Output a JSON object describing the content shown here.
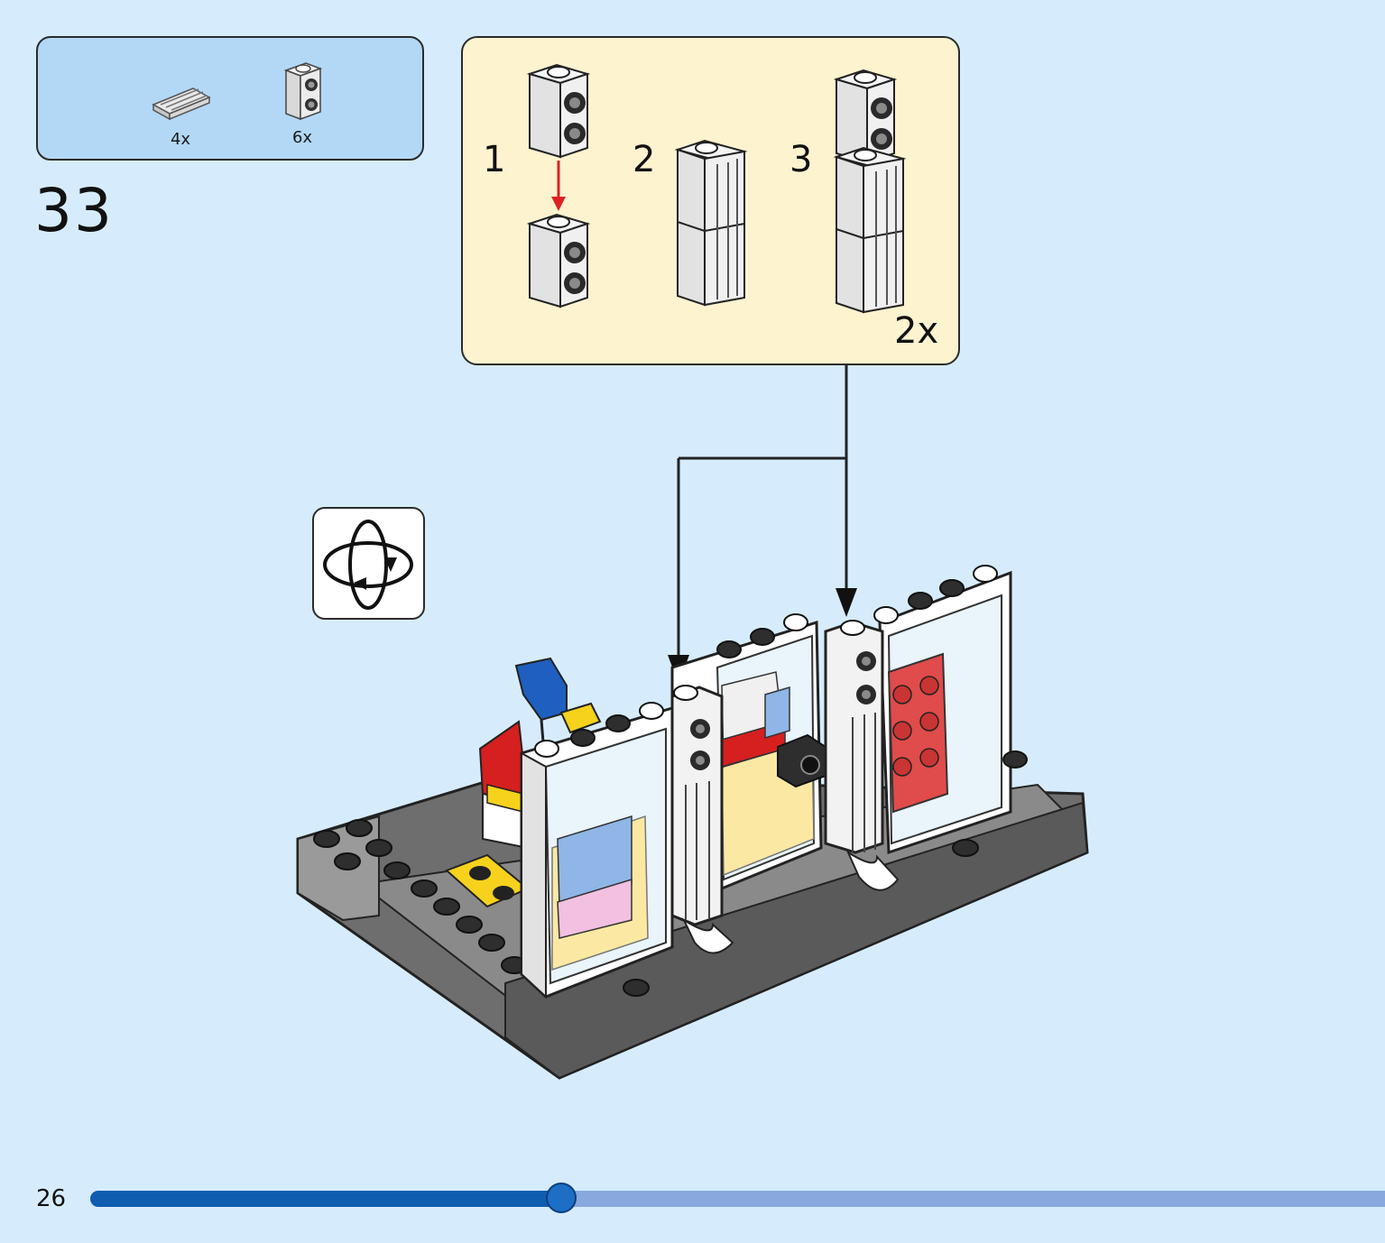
{
  "step": {
    "number": "33"
  },
  "parts": [
    {
      "icon": "grille-tile-icon",
      "qty": "4x"
    },
    {
      "icon": "brick-1x1-studs-side-icon",
      "qty": "6x"
    }
  ],
  "subassembly": {
    "steps": [
      "1",
      "2",
      "3"
    ],
    "multiplier": "2x"
  },
  "rotate": {
    "icon": "rotate-model-icon"
  },
  "footer": {
    "page": "26",
    "progress": 0.364
  }
}
